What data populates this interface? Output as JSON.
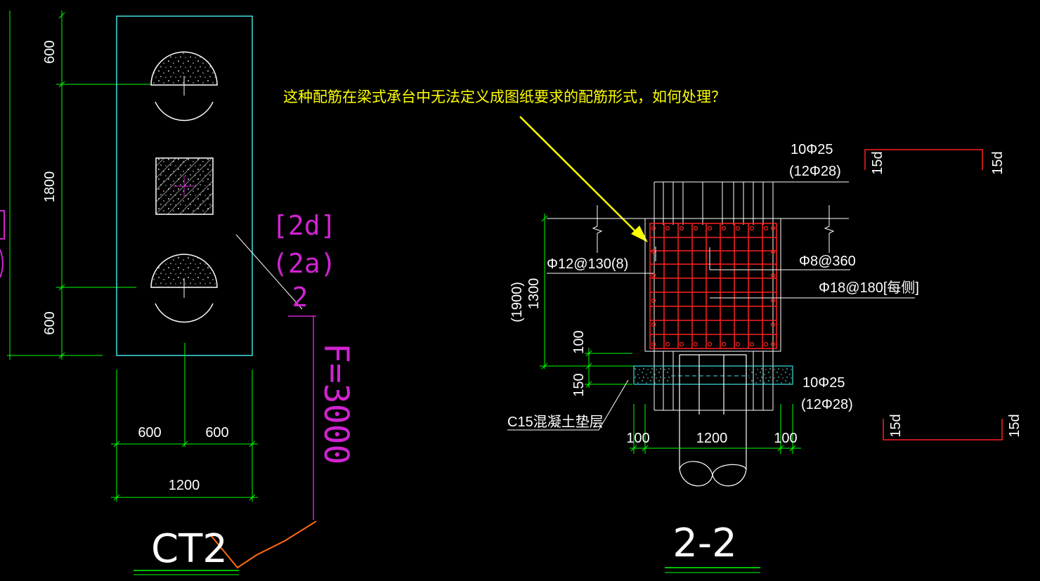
{
  "colors": {
    "background": "#000000",
    "dimension_line": "#00ff00",
    "outline_cyan": "#40e0e0",
    "rebar_red": "#ff2020",
    "annotation_magenta": "#d024d0",
    "note_yellow": "#ffff00",
    "leader_orange": "#ff6a10",
    "text_white": "#ffffff"
  },
  "plan_view": {
    "dims_left": [
      "600",
      "1800",
      "600"
    ],
    "dims_bottom_parts": [
      "600",
      "600"
    ],
    "dim_bottom_total": "1200",
    "mark_1": "[2d]",
    "mark_2": "(2a)",
    "mark_3": "2",
    "elevation_label": "F=3000",
    "title": "CT2"
  },
  "section_view": {
    "note": "这种配筋在梁式承台中无法定义成图纸要求的配筋形式，如何处理？",
    "top_bar": "10Φ25",
    "top_bar_alt": "(12Φ28)",
    "bottom_bar": "10Φ25",
    "bottom_bar_alt": "(12Φ28)",
    "stirrup": "Φ12@130(8)",
    "side_tie": "Φ8@360",
    "side_bar": "Φ18@180[每侧]",
    "height_dim": "1300",
    "height_dim_alt": "(1900)",
    "dim_100_vertical": "100",
    "dim_150": "150",
    "pad_label": "C15混凝土垫层",
    "dim_left_100": "100",
    "dim_width": "1200",
    "dim_right_100": "100",
    "hook_label": "15d",
    "title": "2-2"
  }
}
